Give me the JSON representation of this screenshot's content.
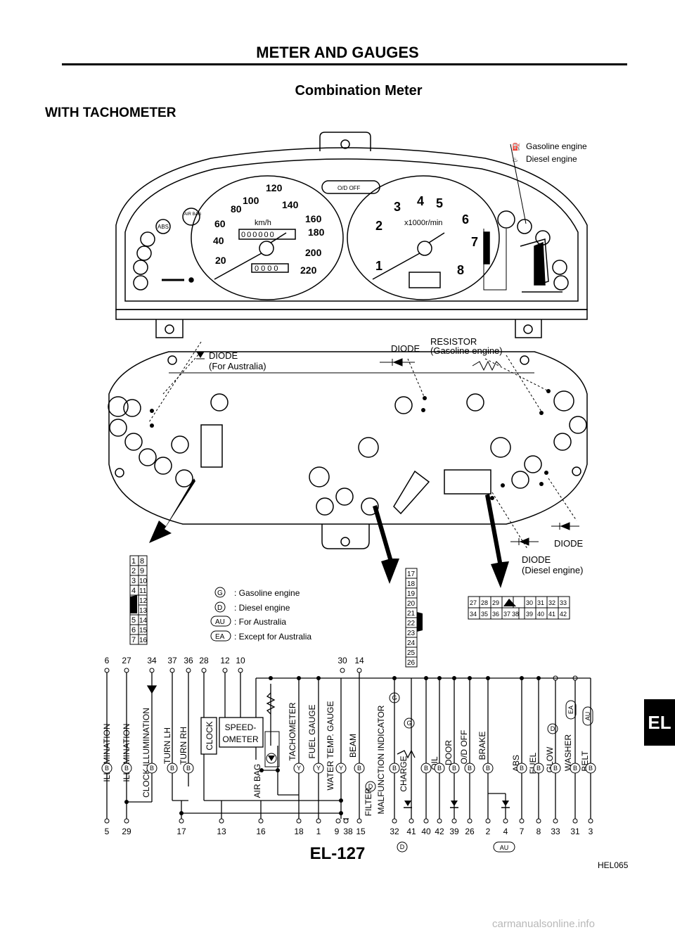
{
  "header": {
    "title": "METER AND GAUGES",
    "subtitle": "Combination Meter",
    "section": "WITH TACHOMETER"
  },
  "gauges": {
    "speedo_unit": "km/h",
    "speedo_ticks": [
      "20",
      "40",
      "60",
      "80",
      "100",
      "120",
      "140",
      "160",
      "180",
      "200",
      "220"
    ],
    "odometer": "000000",
    "trip": "0000",
    "tacho_unit": "x1000r/min",
    "tacho_ticks": [
      "1",
      "2",
      "3",
      "4",
      "5",
      "6",
      "7",
      "8"
    ],
    "od_off": "O/D OFF",
    "abs": "ABS",
    "airbag": "AIR BAG"
  },
  "engine_legend": {
    "gasoline": "Gasoline engine",
    "diesel": "Diesel engine"
  },
  "callouts": {
    "diode_australia": "DIODE",
    "diode_australia_sub": "(For Australia)",
    "diode_mid": "DIODE",
    "resistor": "RESISTOR",
    "resistor_sub": "(Gasoline engine)",
    "diode_right": "DIODE",
    "diode_diesel": "DIODE",
    "diode_diesel_sub": "(Diesel engine)"
  },
  "legend": [
    {
      "code": "G",
      "text": ": Gasoline engine"
    },
    {
      "code": "D",
      "text": ": Diesel engine"
    },
    {
      "code": "AU",
      "text": ": For Australia"
    },
    {
      "code": "EA",
      "text": ": Except for Australia"
    }
  ],
  "connector_left": [
    "1",
    "8",
    "2",
    "9",
    "3",
    "10",
    "4",
    "11",
    "12",
    "13",
    "5",
    "14",
    "6",
    "15",
    "7",
    "16"
  ],
  "connector_mid": [
    "17",
    "18",
    "19",
    "20",
    "21",
    "22",
    "23",
    "24",
    "25",
    "26"
  ],
  "connector_right": [
    "27",
    "28",
    "29",
    "30",
    "31",
    "32",
    "33",
    "34",
    "35",
    "36",
    "37",
    "38",
    "39",
    "40",
    "41",
    "42"
  ],
  "top_pins": [
    "6",
    "27",
    "34",
    "37",
    "36",
    "28",
    "12",
    "10",
    "30",
    "14"
  ],
  "bottom_pins": [
    "5",
    "29",
    "17",
    "13",
    "16",
    "18",
    "1",
    "9",
    "38",
    "15",
    "32",
    "41",
    "40",
    "42",
    "39",
    "26",
    "2",
    "4",
    "7",
    "8",
    "33",
    "31",
    "3"
  ],
  "bottom_codes": {
    "d": "D",
    "au": "AU"
  },
  "labels": {
    "illumination1": "ILLUMINATION",
    "illumination2": "ILLUMINATION",
    "clock_illum": "CLOCK ILLUMINATION",
    "turn_lh": "TURN LH",
    "turn_rh": "TURN RH",
    "clock": "CLOCK",
    "speedometer_1": "SPEED-",
    "speedometer_2": "OMETER",
    "air_bag": "AIR BAG",
    "tachometer": "TACHOMETER",
    "fuel_gauge": "FUEL GAUGE",
    "water_temp": "WATER TEMP. GAUGE",
    "beam": "BEAM",
    "filter": "FILTER",
    "malfunction": "MALFUNCTION INDICATOR",
    "charge": "CHARGE",
    "oil": "OIL",
    "door": "DOOR",
    "od_off": "O/D OFF",
    "brake": "BRAKE",
    "abs": "ABS",
    "fuel": "FUEL",
    "glow": "GLOW",
    "washer": "WASHER",
    "belt": "BELT",
    "code_g": "G",
    "code_d": "D",
    "code_ea": "EA",
    "code_au": "AU",
    "y": "Y",
    "b": "B"
  },
  "footer": {
    "tab": "EL",
    "page": "EL-127",
    "ref": "HEL065",
    "watermark": "carmanualsonline.info"
  }
}
